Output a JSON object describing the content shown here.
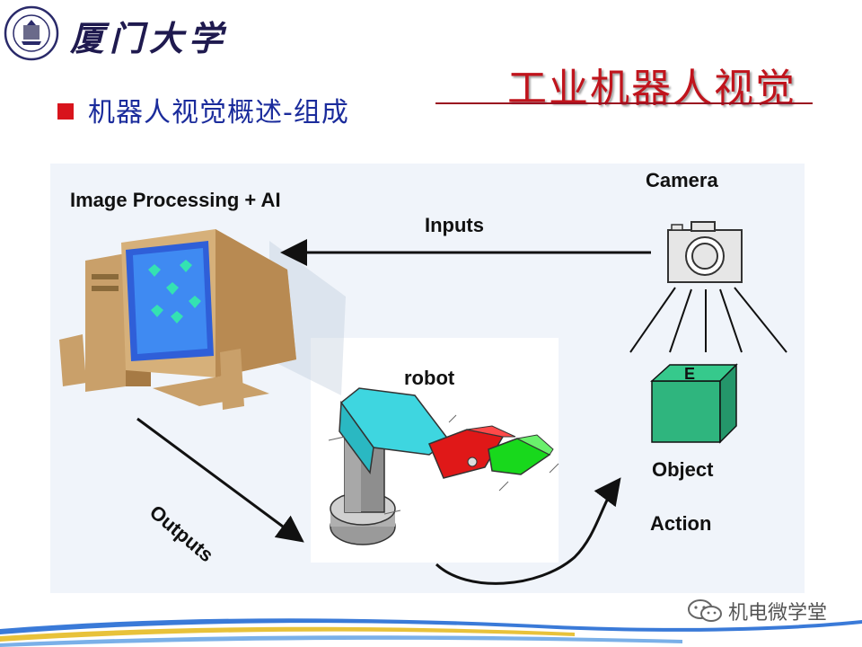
{
  "header": {
    "university_name": "厦门大学",
    "course_title": "工业机器人视觉"
  },
  "heading": {
    "text": "机器人视觉概述-组成"
  },
  "diagram": {
    "processing_label": "Image Processing  +  AI",
    "camera_label": "Camera",
    "inputs_label": "Inputs",
    "robot_label": "robot",
    "outputs_label": "Outputs",
    "object_label": "Object",
    "action_label": "Action",
    "object_letter": "E"
  },
  "watermark": {
    "text": "机电微学堂"
  },
  "colors": {
    "title_red": "#c0141c",
    "heading_blue": "#1b2c9c",
    "bullet_red": "#d8141c",
    "object_green": "#2fb57e",
    "robot_cyan": "#3ed6e0",
    "robot_red": "#e01818",
    "robot_green": "#18d81c"
  }
}
